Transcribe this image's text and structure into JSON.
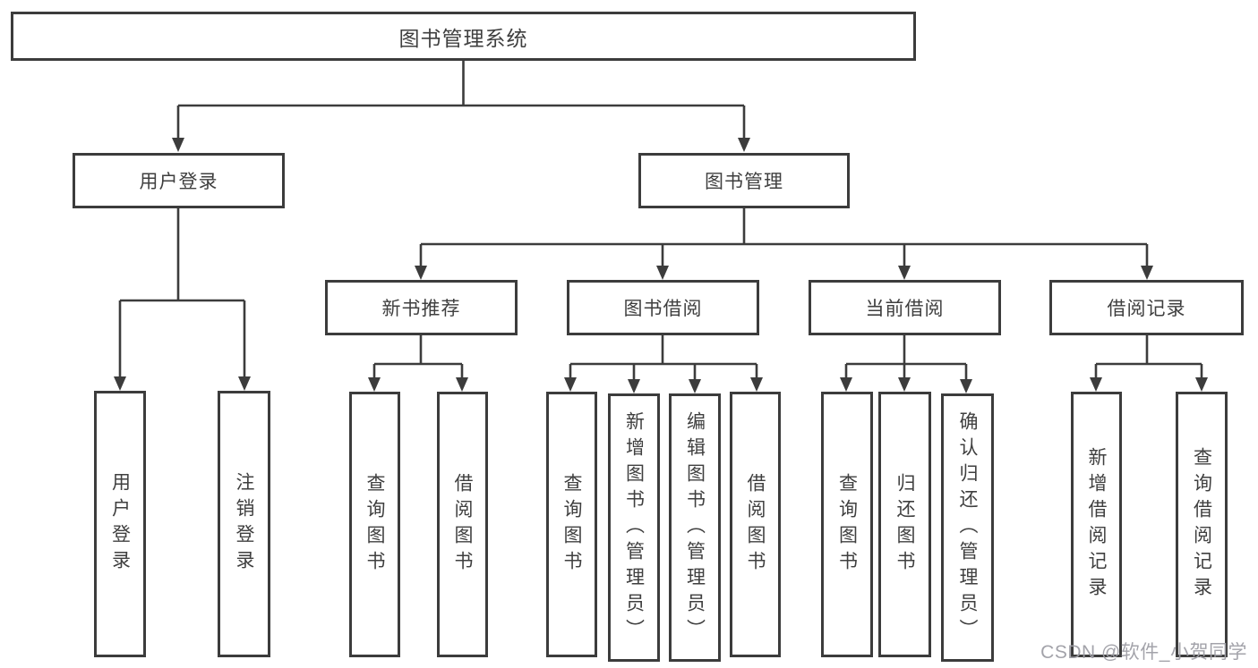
{
  "root": {
    "label": "图书管理系统"
  },
  "user_login": {
    "label": "用户登录",
    "children": [
      {
        "label": "用户登录"
      },
      {
        "label": "注销登录"
      }
    ]
  },
  "book_mgmt": {
    "label": "图书管理",
    "groups": [
      {
        "label": "新书推荐",
        "children": [
          {
            "label": "查询图书"
          },
          {
            "label": "借阅图书"
          }
        ]
      },
      {
        "label": "图书借阅",
        "children": [
          {
            "label": "查询图书"
          },
          {
            "label": "新增图书（管理员）"
          },
          {
            "label": "编辑图书（管理员）"
          },
          {
            "label": "借阅图书"
          }
        ]
      },
      {
        "label": "当前借阅",
        "children": [
          {
            "label": "查询图书"
          },
          {
            "label": "归还图书"
          },
          {
            "label": "确认归还（管理员）"
          }
        ]
      },
      {
        "label": "借阅记录",
        "children": [
          {
            "label": "新增借阅记录"
          },
          {
            "label": "查询借阅记录"
          }
        ]
      }
    ]
  },
  "watermark": {
    "text": "CSDN @软件_小贺同学"
  },
  "colors": {
    "line": "#3c3c3c",
    "text": "#3f3f3f",
    "watermark": "#9e9ea5"
  }
}
